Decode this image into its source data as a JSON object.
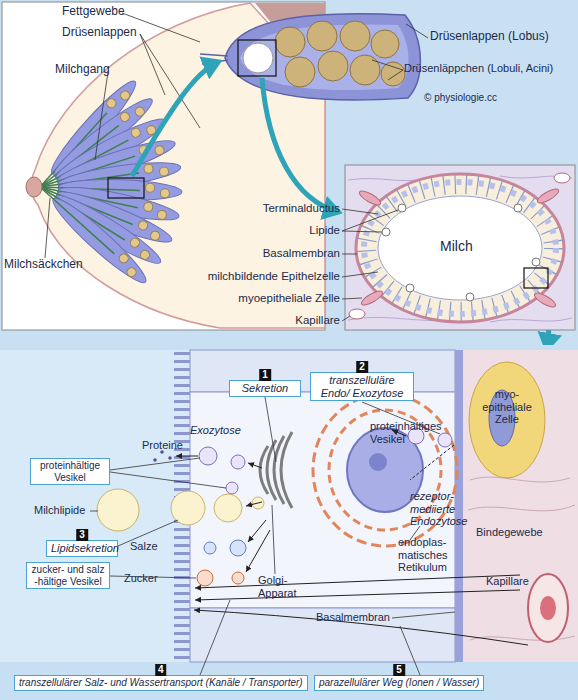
{
  "diagram": {
    "nodes": [
      {
        "text": [
          "1",
          "Sekretion"
        ]
      },
      {
        "text": [
          "2",
          "transzelluläre Endo/ Exozytose"
        ]
      },
      {
        "text": [
          "proteinhältige Vesikel"
        ]
      },
      {
        "text": [
          "3",
          "Lipidsekretion"
        ]
      },
      {
        "text": [
          "zucker- und salz -hältige Vesikel"
        ]
      },
      {
        "text": [
          "4",
          "transzellulärer Salz- und Wassertransport (Kanäle / Transporter)"
        ]
      },
      {
        "text": [
          "5",
          "parazellulärer Weg (Ionen / Wasser)"
        ]
      }
    ],
    "labels": [
      "Fettgewebe",
      "Drüsenlappen",
      "Milchgang",
      "Milchsäckchen",
      "Drüsenlappen (Lobus)",
      "Drüsenläppchen (Lobuli, Acini)",
      "© physiologie.cc",
      "Terminalductus",
      "Lipide",
      "Basalmembran",
      "milchbildende Epithelzelle",
      "myoepitheliale Zelle",
      "Kapillare",
      "Milch",
      "Exozytose",
      "Proteine",
      "Milchlipide",
      "Salze",
      "Zucker",
      "proteinhältiges Vesikel",
      "rezeptor- mediierte Endozytose",
      "endoplas- matisches Retikulum",
      "Golgi- Apparat",
      "Basalmembran",
      "myo- epitheliale Zelle",
      "Bindegewebe",
      "Kapillare"
    ]
  }
}
